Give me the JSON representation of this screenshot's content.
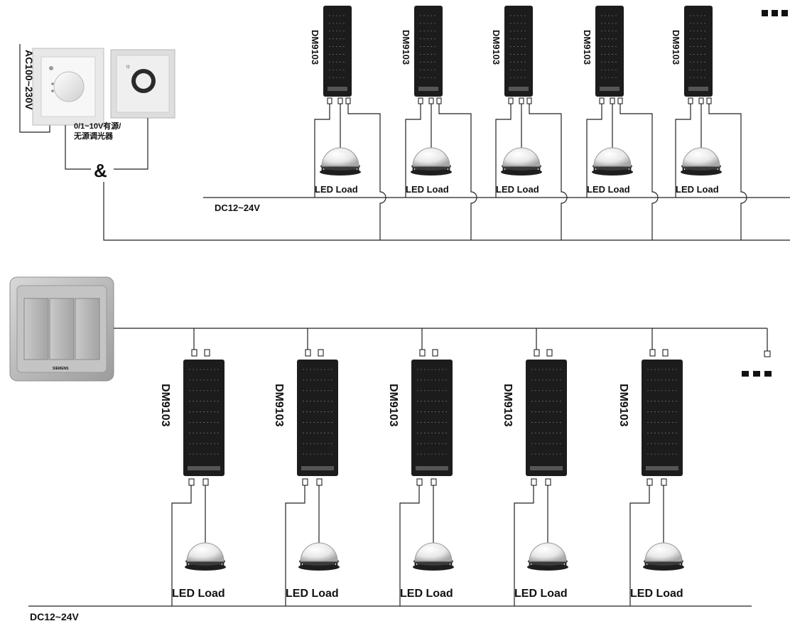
{
  "labels": {
    "ac_supply": "AC100~230V",
    "dimmer_caption_line1": "0/1~10V有源/",
    "dimmer_caption_line2": "无源调光器",
    "ampersand": "&",
    "dc_top": "DC12~24V",
    "dc_bottom": "DC12~24V",
    "ellipsis": "■ ■ ■",
    "switch_brand": "SIEMENS"
  },
  "top_row": {
    "drivers": [
      {
        "model": "DM9103",
        "load": "LED Load"
      },
      {
        "model": "DM9103",
        "load": "LED Load"
      },
      {
        "model": "DM9103",
        "load": "LED Load"
      },
      {
        "model": "DM9103",
        "load": "LED Load"
      },
      {
        "model": "DM9103",
        "load": "LED Load"
      }
    ]
  },
  "bottom_row": {
    "drivers": [
      {
        "model": "DM9103",
        "load": "LED Load"
      },
      {
        "model": "DM9103",
        "load": "LED Load"
      },
      {
        "model": "DM9103",
        "load": "LED Load"
      },
      {
        "model": "DM9103",
        "load": "LED Load"
      },
      {
        "model": "DM9103",
        "load": "LED Load"
      }
    ]
  },
  "colors": {
    "driver_body": "#1c1c1c",
    "driver_text": "#8a8a8a",
    "wire": "#222222",
    "switch_plate": "#b8b8b8",
    "dimmer_plate": "#e6e6e6",
    "lamp_dome": "#f2f2f2",
    "lamp_base": "#2a2a2a"
  }
}
